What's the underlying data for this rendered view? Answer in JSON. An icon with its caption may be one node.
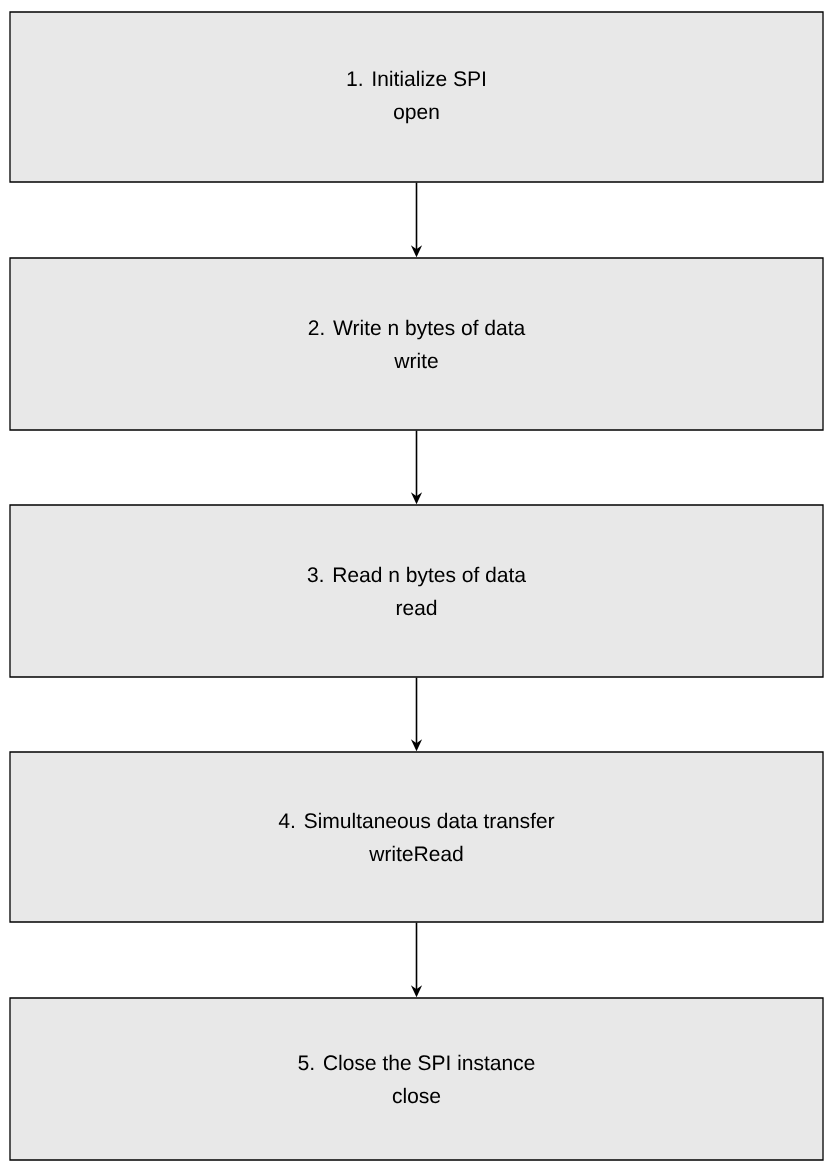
{
  "diagram": {
    "nodes": [
      {
        "text": [
          "1.  Initialize SPI",
          "open"
        ]
      },
      {
        "text": [
          "2.  Write n bytes of data",
          "write"
        ]
      },
      {
        "text": [
          "3.  Read n bytes of data",
          "read"
        ]
      },
      {
        "text": [
          "4.  Simultaneous data transfer",
          "writeRead"
        ]
      },
      {
        "text": [
          "5.  Close the SPI instance",
          "close"
        ]
      }
    ],
    "edges": [
      {
        "from": 0,
        "to": 1,
        "arrow": "to"
      },
      {
        "from": 1,
        "to": 2,
        "arrow": "to"
      },
      {
        "from": 2,
        "to": 3,
        "arrow": "to"
      },
      {
        "from": 3,
        "to": 4,
        "arrow": "to"
      }
    ]
  }
}
